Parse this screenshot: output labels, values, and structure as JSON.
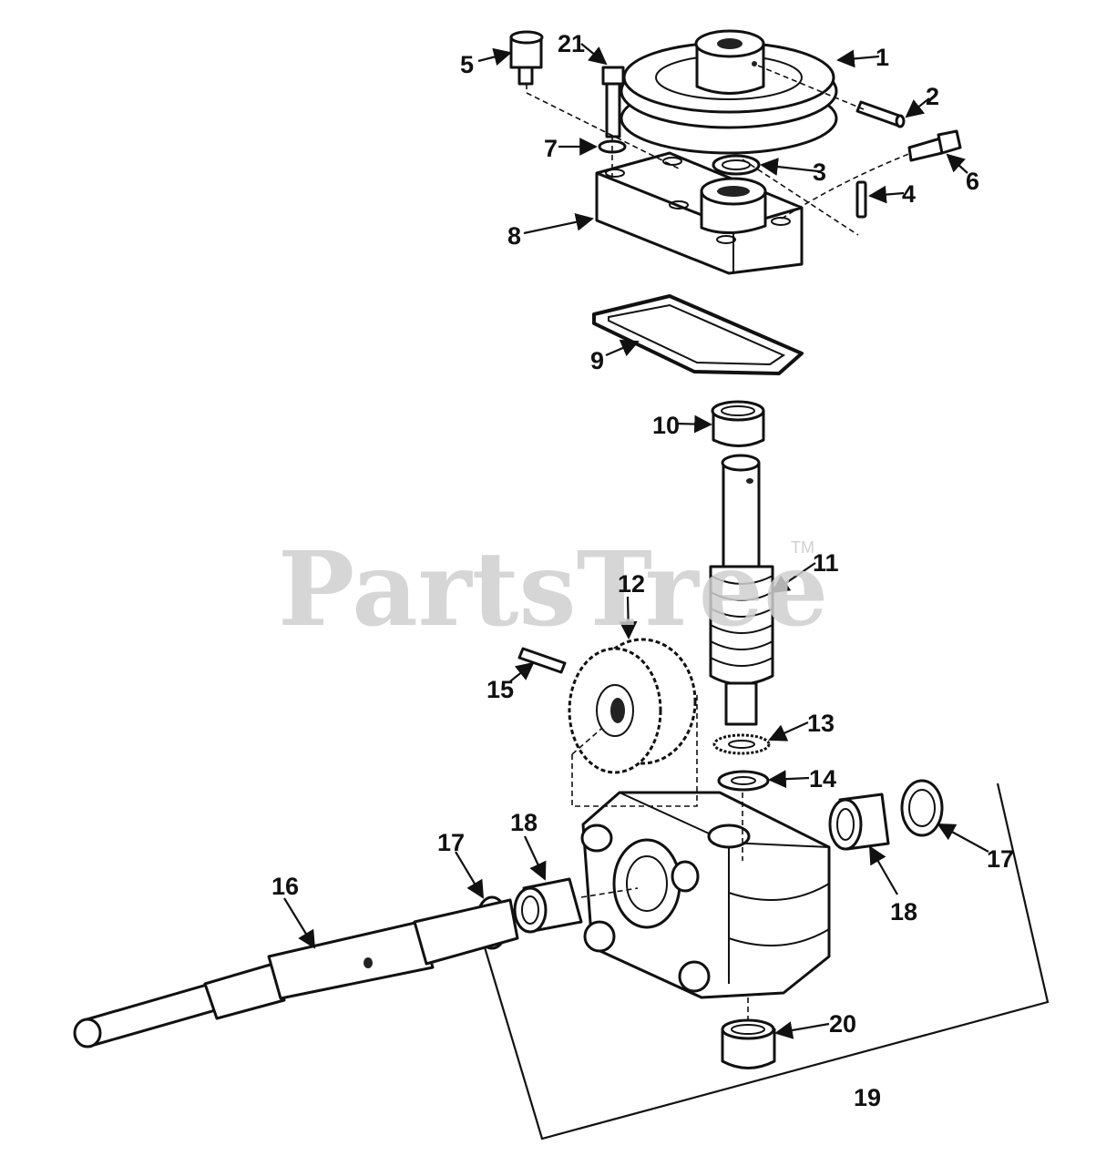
{
  "watermark": {
    "text": "PartsTree",
    "trademark": "TM"
  },
  "callouts": [
    "1",
    "2",
    "3",
    "4",
    "5",
    "6",
    "7",
    "8",
    "9",
    "10",
    "11",
    "12",
    "13",
    "14",
    "15",
    "16",
    "17",
    "17",
    "18",
    "18",
    "19",
    "20",
    "21"
  ],
  "colors": {
    "ink": "#111111",
    "watermark": "#cfcfcf",
    "background": "#ffffff"
  }
}
